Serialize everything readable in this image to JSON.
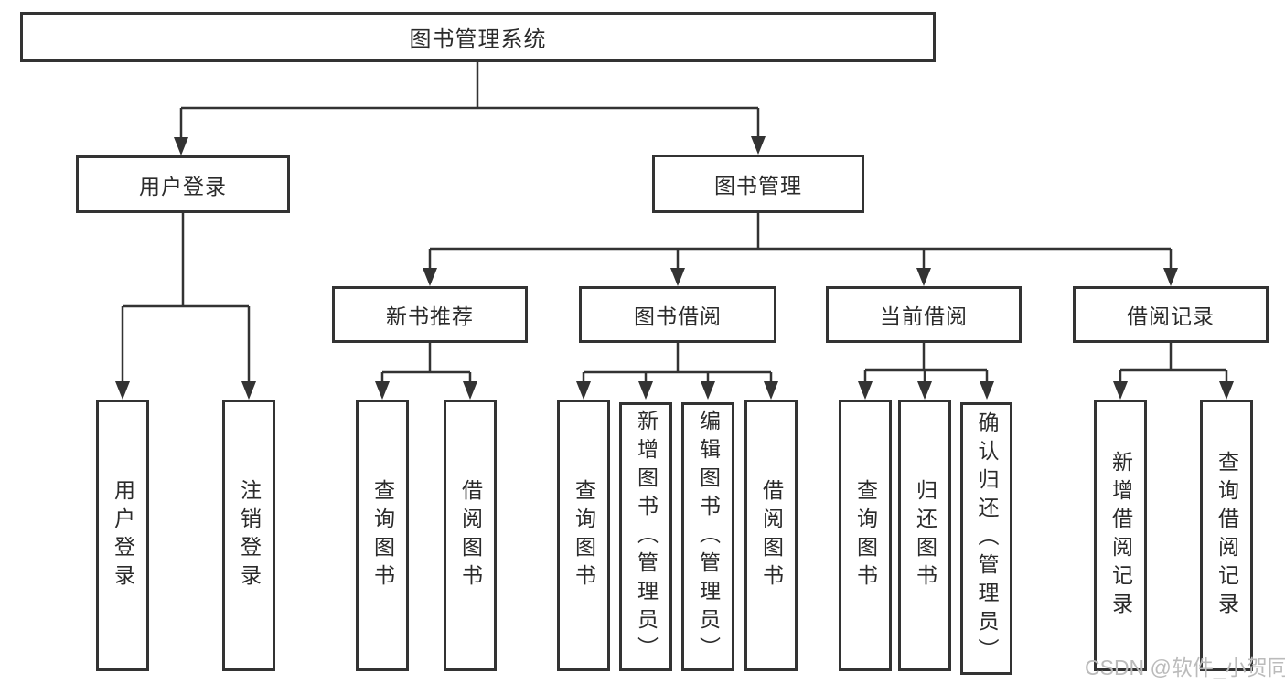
{
  "diagram": {
    "root": {
      "label": "图书管理系统"
    },
    "level2": [
      {
        "label": "用户登录"
      },
      {
        "label": "图书管理"
      }
    ],
    "level3": [
      {
        "label": "新书推荐"
      },
      {
        "label": "图书借阅"
      },
      {
        "label": "当前借阅"
      },
      {
        "label": "借阅记录"
      }
    ],
    "leaves": {
      "user_login": [
        "用户登录",
        "注销登录"
      ],
      "new_books": [
        "查询图书",
        "借阅图书"
      ],
      "book_borrow": [
        "查询图书",
        "新增图书（管理员）",
        "编辑图书（管理员）",
        "借阅图书"
      ],
      "current_borrow": [
        "查询图书",
        "归还图书",
        "确认归还（管理员）"
      ],
      "borrow_records": [
        "新增借阅记录",
        "查询借阅记录"
      ]
    },
    "watermark": "CSDN @软件_小贺同学",
    "colors": {
      "line": "#333333",
      "text": "#2b2b2b",
      "watermark": "#bbbbbb",
      "background": "#ffffff"
    }
  }
}
